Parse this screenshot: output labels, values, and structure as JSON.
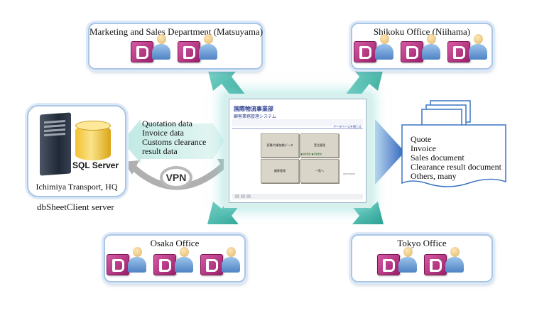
{
  "diagram": {
    "offices": {
      "matsuyama": {
        "label": "Marketing and Sales Department (Matsuyama)",
        "user_count": 2
      },
      "niihama": {
        "label": "Shikoku Office (Niihama)",
        "user_count": 3
      },
      "osaka": {
        "label": "Osaka Office",
        "user_count": 3
      },
      "tokyo": {
        "label": "Tokyo Office",
        "user_count": 2
      }
    },
    "server": {
      "product_label": "SQL Server",
      "location_label": "Ichimiya Transport, HQ",
      "name": "dbSheetClient server"
    },
    "data_flow": {
      "line1": "Quotation data",
      "line2": "Invoice data",
      "line3": "Customs clearance",
      "line4": "result data"
    },
    "vpn_label": "VPN",
    "documents": {
      "item1": "Quote",
      "item2": "Invoice",
      "item3": "Sales document",
      "item4": "Clearance result document",
      "item5": "Others, many"
    },
    "app": {
      "title": "国際物流事業部",
      "subtitle": "顧客業務管理システム",
      "header_link": "データベースを閉じる",
      "buttons": {
        "quote": "見積/作業依頼データ",
        "order": "受注管理",
        "customer": "顧客管理",
        "list": "一覧へ"
      },
      "note": "●自動更新 ●手動更新",
      "date": "2007/05/07"
    },
    "colors": {
      "office_border": "#a9c6e6",
      "teal_arrow": "#40b7a9",
      "blue_arrow": "#3f77c8",
      "vpn_arrow": "#b0b0b0",
      "access_icon": "#b8327f"
    }
  }
}
